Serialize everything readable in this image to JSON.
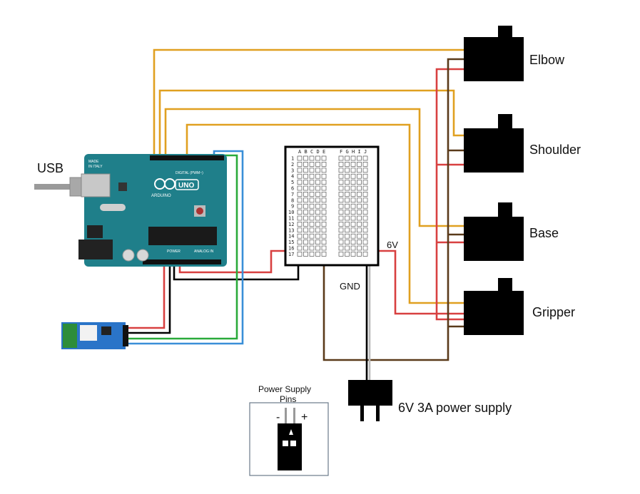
{
  "labels": {
    "usb": "USB",
    "servos": [
      "Elbow",
      "Shoulder",
      "Base",
      "Gripper"
    ],
    "six_v": "6V",
    "gnd": "GND",
    "power_supply": "6V 3A power supply",
    "pins_title_1": "Power Supply",
    "pins_title_2": "Pins",
    "minus": "-",
    "plus": "+"
  },
  "arduino": {
    "brand": "ARDUINO",
    "model": "UNO",
    "made_in_1": "MADE",
    "made_in_2": "IN ITALY",
    "digital": "DIGITAL (PWM~)",
    "power": "POWER",
    "analog_in": "ANALOG IN"
  },
  "breadboard": {
    "cols_left": [
      "A",
      "B",
      "C",
      "D",
      "E"
    ],
    "cols_right": [
      "F",
      "G",
      "H",
      "I",
      "J"
    ],
    "rows": [
      "1",
      "2",
      "3",
      "4",
      "5",
      "6",
      "7",
      "8",
      "9",
      "10",
      "11",
      "12",
      "13",
      "14",
      "15",
      "16",
      "17"
    ]
  },
  "colors": {
    "signal": "#e0a020",
    "power": "#d84040",
    "ground_brown": "#5a3a1a",
    "ground_black": "#000000",
    "blue": "#3a8fd8",
    "green": "#2aaa3a",
    "arduino_teal": "#1f7f8a",
    "bt_module": "#2a74c8"
  }
}
